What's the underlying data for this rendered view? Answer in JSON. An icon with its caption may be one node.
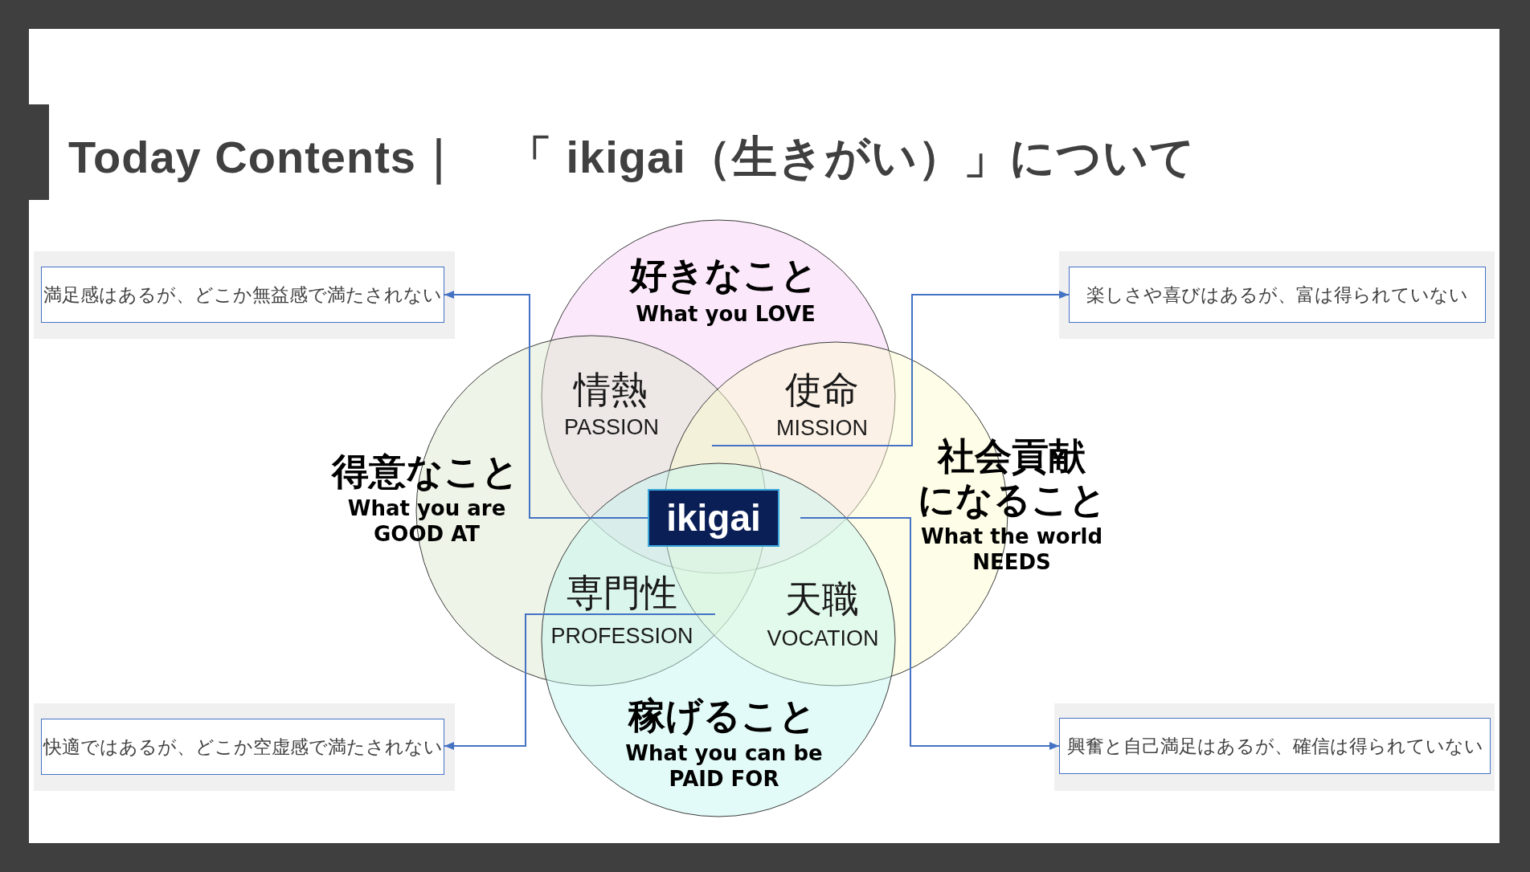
{
  "diagram": {
    "title": "Today Contents｜　「 ikigai（生きがい）」について",
    "nodes": [
      {
        "text": [
          "満足感はあるが、どこか無益感で満たされない"
        ]
      },
      {
        "text": [
          "好きなこと",
          "What you LOVE"
        ]
      },
      {
        "text": [
          "楽しさや喜びはあるが、富は得られていない"
        ]
      },
      {
        "text": [
          "得意なこと",
          "What you are GOOD AT"
        ]
      },
      {
        "text": [
          "ikigai"
        ]
      },
      {
        "text": [
          "社会貢献になること",
          "What the world NEEDS"
        ]
      },
      {
        "text": [
          "快適ではあるが、どこか空虚感で満たされない"
        ]
      },
      {
        "text": [
          "稼げること",
          "What you can be PAID FOR"
        ]
      },
      {
        "text": [
          "興奮と自己満足はあるが、確信は得られていない"
        ]
      }
    ],
    "edges": [
      {
        "from": 4,
        "to": 0,
        "arrow": "to"
      },
      {
        "from": null,
        "to": 2,
        "arrow": "to"
      },
      {
        "from": null,
        "to": 6,
        "arrow": "to"
      },
      {
        "from": null,
        "to": 8,
        "arrow": "to"
      }
    ],
    "labels": [
      "情熱",
      "PASSION",
      "使命",
      "MISSION",
      "専門性",
      "PROFESSION",
      "天職",
      "VOCATION"
    ]
  }
}
